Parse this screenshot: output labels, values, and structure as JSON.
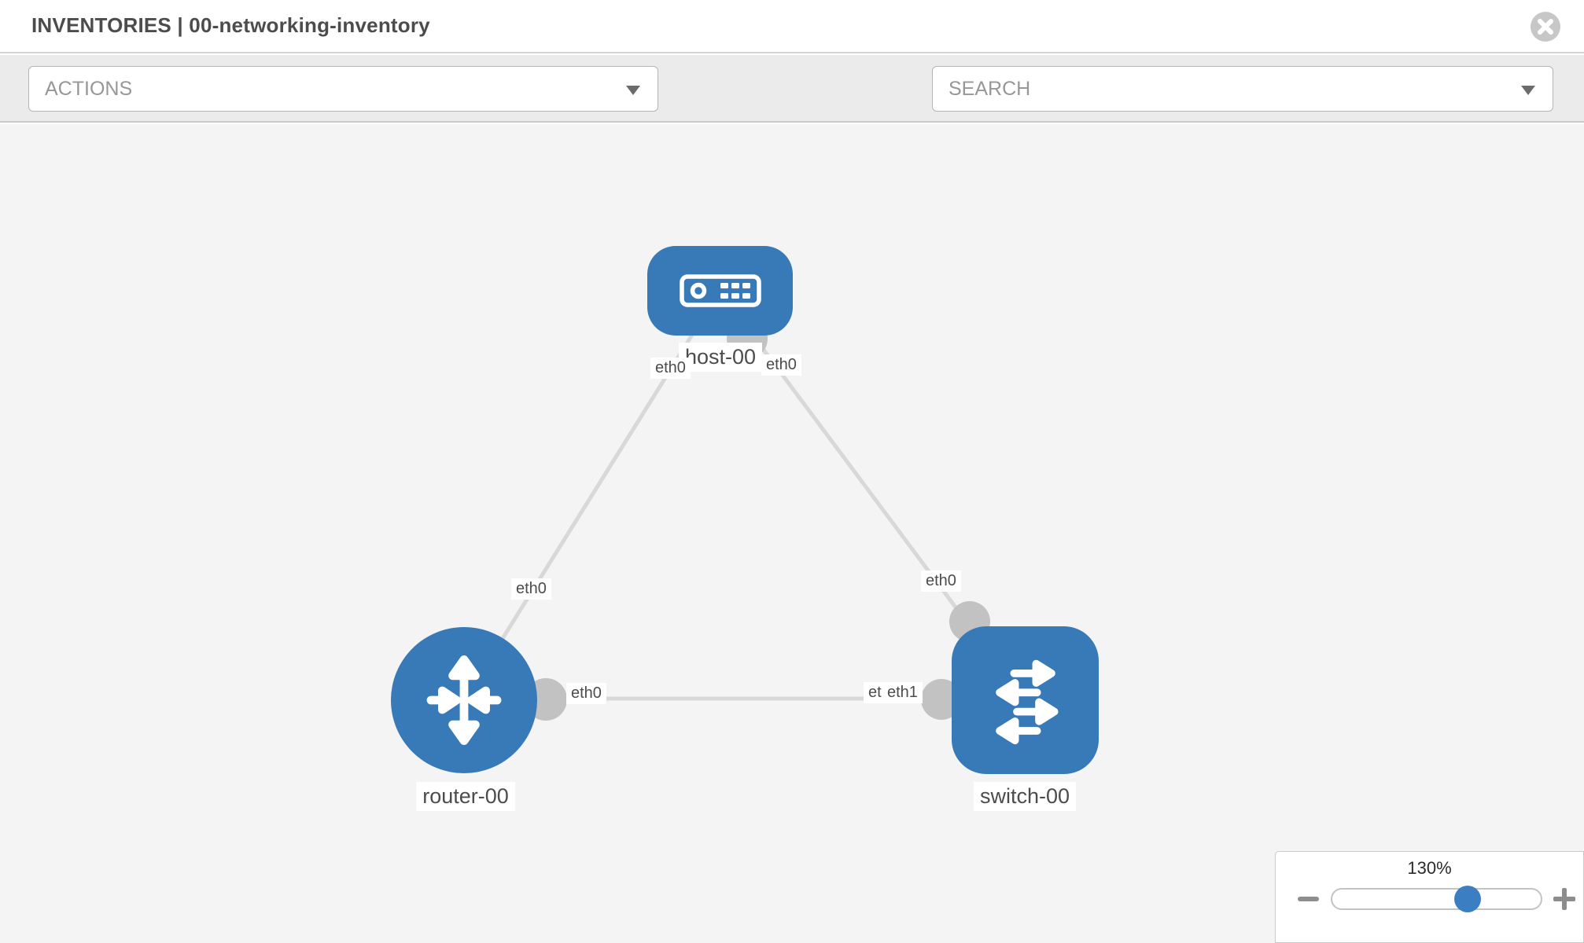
{
  "header": {
    "title": "INVENTORIES | 00-networking-inventory",
    "close_icon": "close-icon"
  },
  "toolbar": {
    "actions_label": "ACTIONS",
    "search_label": "SEARCH",
    "icons": [
      "wrench-icon",
      "key-icon"
    ],
    "caret_icon": "chevron-down-icon"
  },
  "topology": {
    "nodes": [
      {
        "label": "host-00",
        "type": "host",
        "icon": "host-icon"
      },
      {
        "label": "router-00",
        "type": "router",
        "icon": "router-icon"
      },
      {
        "label": "switch-00",
        "type": "switch",
        "icon": "switch-icon"
      }
    ],
    "links": [
      {
        "from": "router-00",
        "to": "host-00"
      },
      {
        "from": "host-00",
        "to": "switch-00"
      },
      {
        "from": "router-00",
        "to": "switch-00"
      }
    ],
    "interface_labels": [
      {
        "text": "eth0"
      },
      {
        "text": "eth0"
      },
      {
        "text": "eth0"
      },
      {
        "text": "eth0"
      },
      {
        "text": "eth0"
      },
      {
        "text": "eth0"
      },
      {
        "text": "eth1"
      }
    ]
  },
  "zoom_panel": {
    "level": "130%"
  },
  "colors": {
    "node_blue": "#3879b7",
    "link_gray": "#d8d8d8",
    "endpoint_gray": "#c2c2c2",
    "slider_blue": "#3b7fc2",
    "toolbar_bg": "#ebebeb",
    "canvas_bg": "#f4f4f4"
  }
}
